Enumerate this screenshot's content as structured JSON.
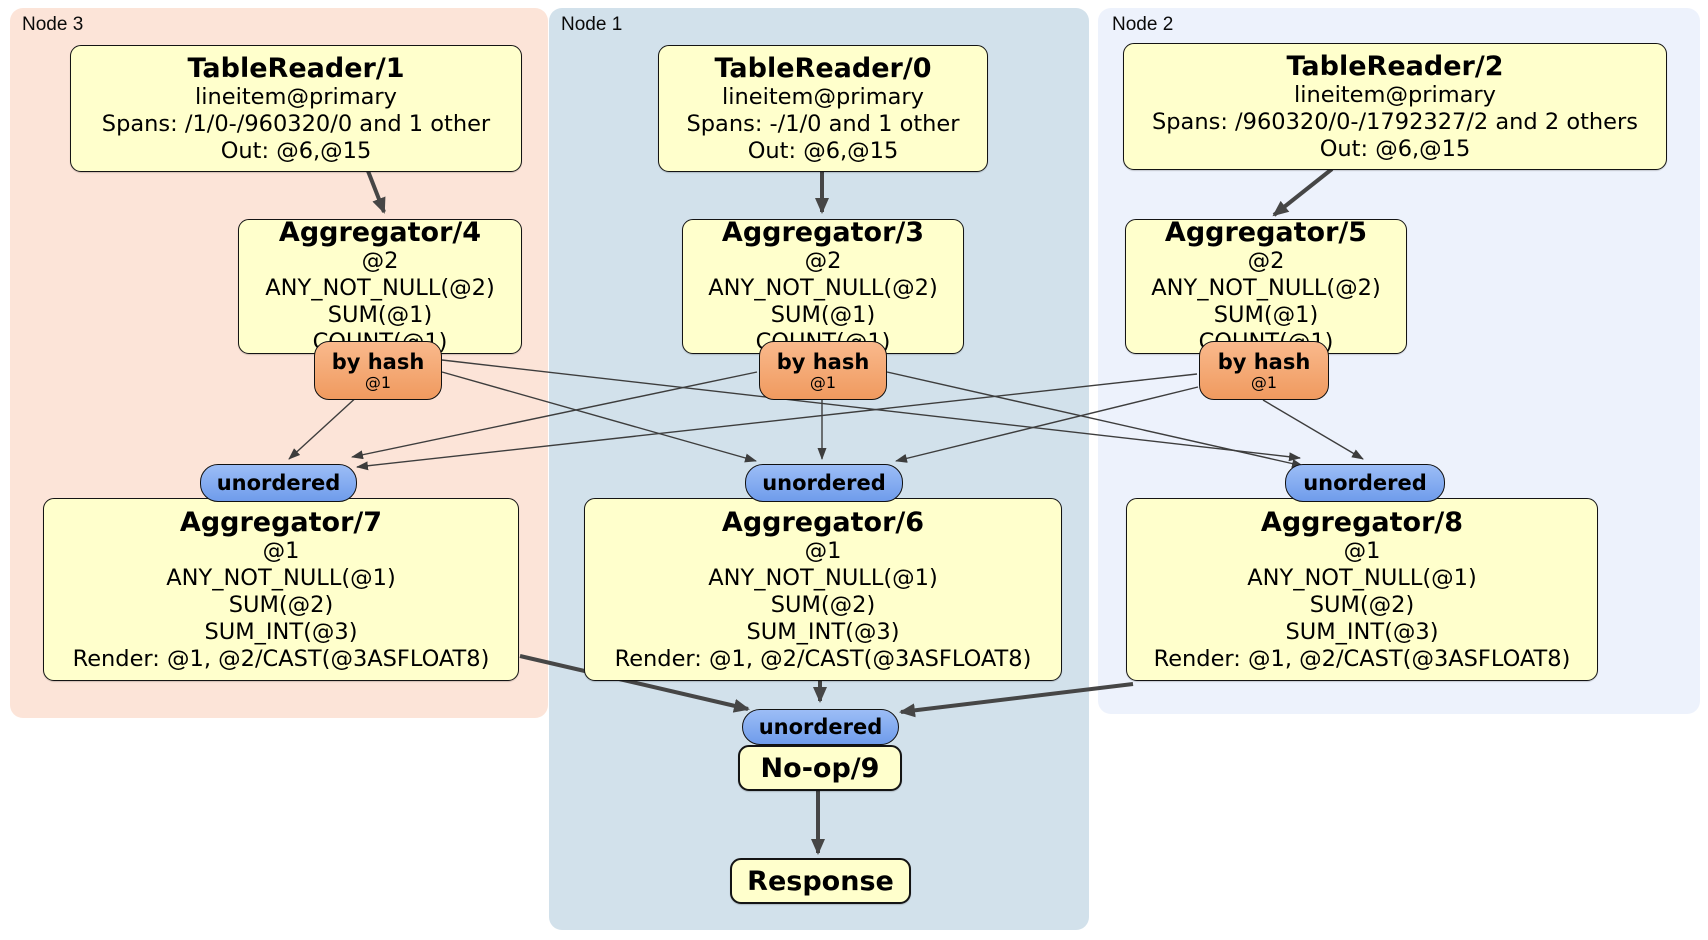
{
  "regions": [
    {
      "label": "Node 3"
    },
    {
      "label": "Node 1"
    },
    {
      "label": "Node 2"
    }
  ],
  "router": {
    "label": "by hash",
    "sub": "@1"
  },
  "sync": {
    "label": "unordered"
  },
  "processors": {
    "tr1": {
      "title": "TableReader/1",
      "lines": [
        "lineitem@primary",
        "Spans: /1/0-/960320/0 and 1 other",
        "Out: @6,@15"
      ]
    },
    "tr0": {
      "title": "TableReader/0",
      "lines": [
        "lineitem@primary",
        "Spans: -/1/0 and 1 other",
        "Out: @6,@15"
      ]
    },
    "tr2": {
      "title": "TableReader/2",
      "lines": [
        "lineitem@primary",
        "Spans: /960320/0-/1792327/2 and 2 others",
        "Out: @6,@15"
      ]
    },
    "agg4": {
      "title": "Aggregator/4",
      "lines": [
        "@2",
        "ANY_NOT_NULL(@2)",
        "SUM(@1)",
        "COUNT(@1)"
      ]
    },
    "agg3": {
      "title": "Aggregator/3",
      "lines": [
        "@2",
        "ANY_NOT_NULL(@2)",
        "SUM(@1)",
        "COUNT(@1)"
      ]
    },
    "agg5": {
      "title": "Aggregator/5",
      "lines": [
        "@2",
        "ANY_NOT_NULL(@2)",
        "SUM(@1)",
        "COUNT(@1)"
      ]
    },
    "agg7": {
      "title": "Aggregator/7",
      "lines": [
        "@1",
        "ANY_NOT_NULL(@1)",
        "SUM(@2)",
        "SUM_INT(@3)",
        "Render: @1, @2/CAST(@3ASFLOAT8)"
      ]
    },
    "agg6": {
      "title": "Aggregator/6",
      "lines": [
        "@1",
        "ANY_NOT_NULL(@1)",
        "SUM(@2)",
        "SUM_INT(@3)",
        "Render: @1, @2/CAST(@3ASFLOAT8)"
      ]
    },
    "agg8": {
      "title": "Aggregator/8",
      "lines": [
        "@1",
        "ANY_NOT_NULL(@1)",
        "SUM(@2)",
        "SUM_INT(@3)",
        "Render: @1, @2/CAST(@3ASFLOAT8)"
      ]
    },
    "noop": {
      "title": "No-op/9"
    },
    "response": {
      "title": "Response"
    }
  },
  "colors": {
    "region_node3": "#fce4d8",
    "region_node1": "#d2e1eb",
    "region_node2": "#edf2fc",
    "processor_fill": "#ffffcc",
    "router_fill": "#f4a26e",
    "sync_fill": "#7ea9f0",
    "edge": "#404040",
    "border": "#141414"
  }
}
